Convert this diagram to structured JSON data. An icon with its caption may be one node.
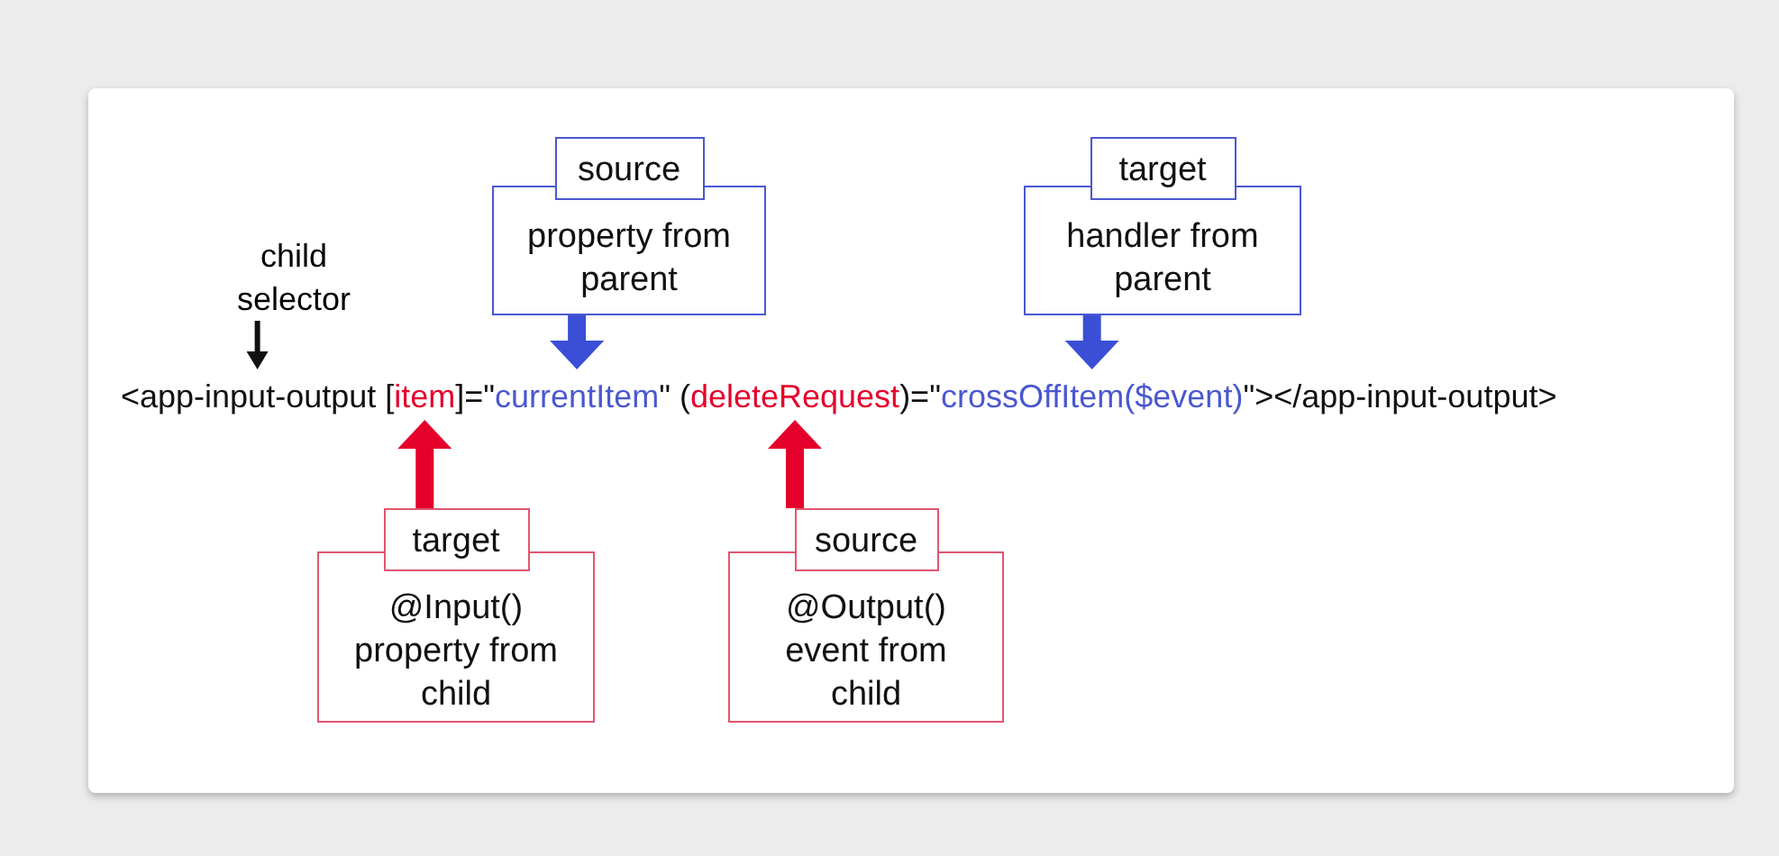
{
  "diagram": {
    "nodes": [
      {
        "text": [
          "child selector"
        ]
      },
      {
        "text": [
          "source",
          "property from parent"
        ]
      },
      {
        "text": [
          "target",
          "handler from parent"
        ]
      },
      {
        "text": [
          "<app-input-output ["
        ]
      },
      {
        "text": [
          "item"
        ]
      },
      {
        "text": [
          "]=\""
        ]
      },
      {
        "text": [
          "currentItem"
        ]
      },
      {
        "text": [
          "\" ("
        ]
      },
      {
        "text": [
          "deleteRequest"
        ]
      },
      {
        "text": [
          ")=\""
        ]
      },
      {
        "text": [
          "crossOffItem($event)"
        ]
      },
      {
        "text": [
          "\"></app-input-output>"
        ]
      },
      {
        "text": [
          "target",
          "@Input() property from child"
        ]
      },
      {
        "text": [
          "source",
          "@Output() event from child"
        ]
      }
    ],
    "edges": [
      {
        "from": 0,
        "to": 3,
        "arrow": "to",
        "color": "#111111"
      },
      {
        "from": 1,
        "to": 6,
        "arrow": "to",
        "color": "#3a4fd6"
      },
      {
        "from": 2,
        "to": 10,
        "arrow": "to",
        "color": "#3a4fd6"
      },
      {
        "from": 12,
        "to": 4,
        "arrow": "to",
        "color": "#e4002b"
      },
      {
        "from": 13,
        "to": 8,
        "arrow": "to",
        "color": "#e4002b"
      }
    ]
  }
}
